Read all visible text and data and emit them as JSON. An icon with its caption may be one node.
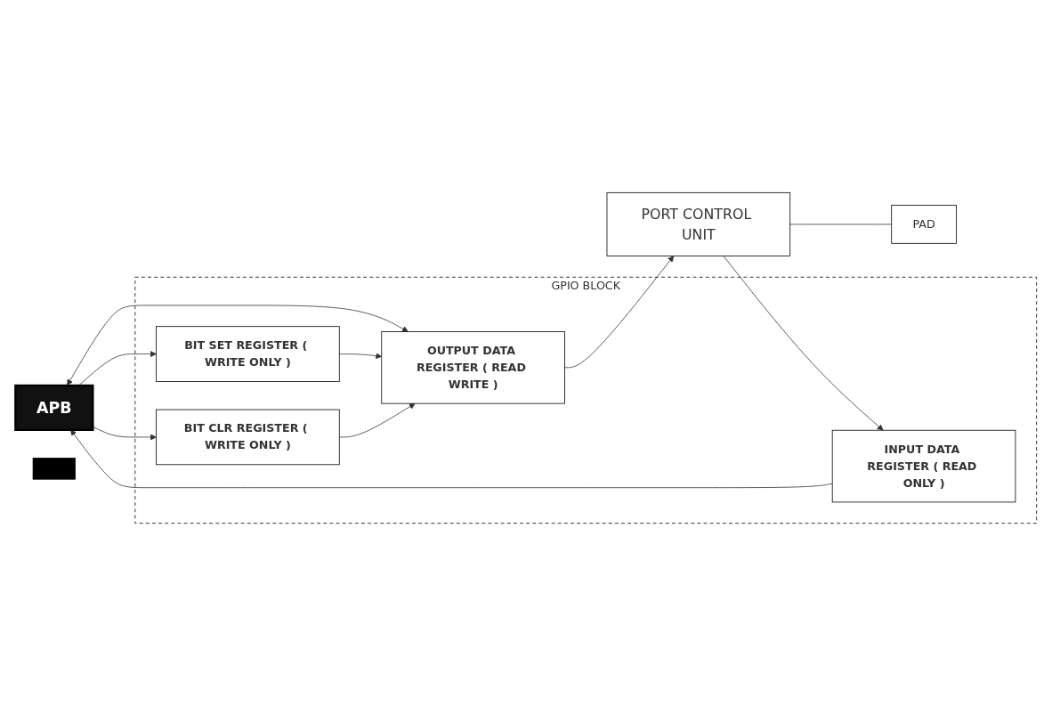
{
  "diagram": {
    "nodes": [
      {
        "text": [
          "APB"
        ]
      },
      {
        "text": [
          "GPIO BLOCK"
        ]
      },
      {
        "text": [
          "OUTPUT DATA REGISTER ( READ WRITE )"
        ],
        "in": 1
      },
      {
        "text": [
          "BIT SET REGISTER ( WRITE ONLY )"
        ],
        "in": 1
      },
      {
        "text": [
          "BIT CLR REGISTER ( WRITE ONLY )"
        ],
        "in": 1
      },
      {
        "text": [
          "INPUT DATA REGISTER ( READ ONLY )"
        ],
        "in": 1
      },
      {
        "text": [
          "PORT CONTROL UNIT"
        ]
      },
      {
        "text": [
          "PAD"
        ]
      },
      {
        "text": [],
        "shape": "bar"
      }
    ],
    "edges": [
      {
        "from": 0,
        "to": 2,
        "arrow": "both"
      },
      {
        "from": 0,
        "to": 3,
        "arrow": "to"
      },
      {
        "from": 3,
        "to": 2,
        "arrow": "to"
      },
      {
        "from": 0,
        "to": 4,
        "arrow": "to"
      },
      {
        "from": 4,
        "to": 2,
        "arrow": "to"
      },
      {
        "from": 2,
        "to": 6,
        "arrow": "to"
      },
      {
        "from": 6,
        "to": 5,
        "arrow": "to"
      },
      {
        "from": 5,
        "to": 0,
        "arrow": "to"
      },
      {
        "from": 6,
        "to": 7,
        "arrow": "none"
      }
    ]
  }
}
